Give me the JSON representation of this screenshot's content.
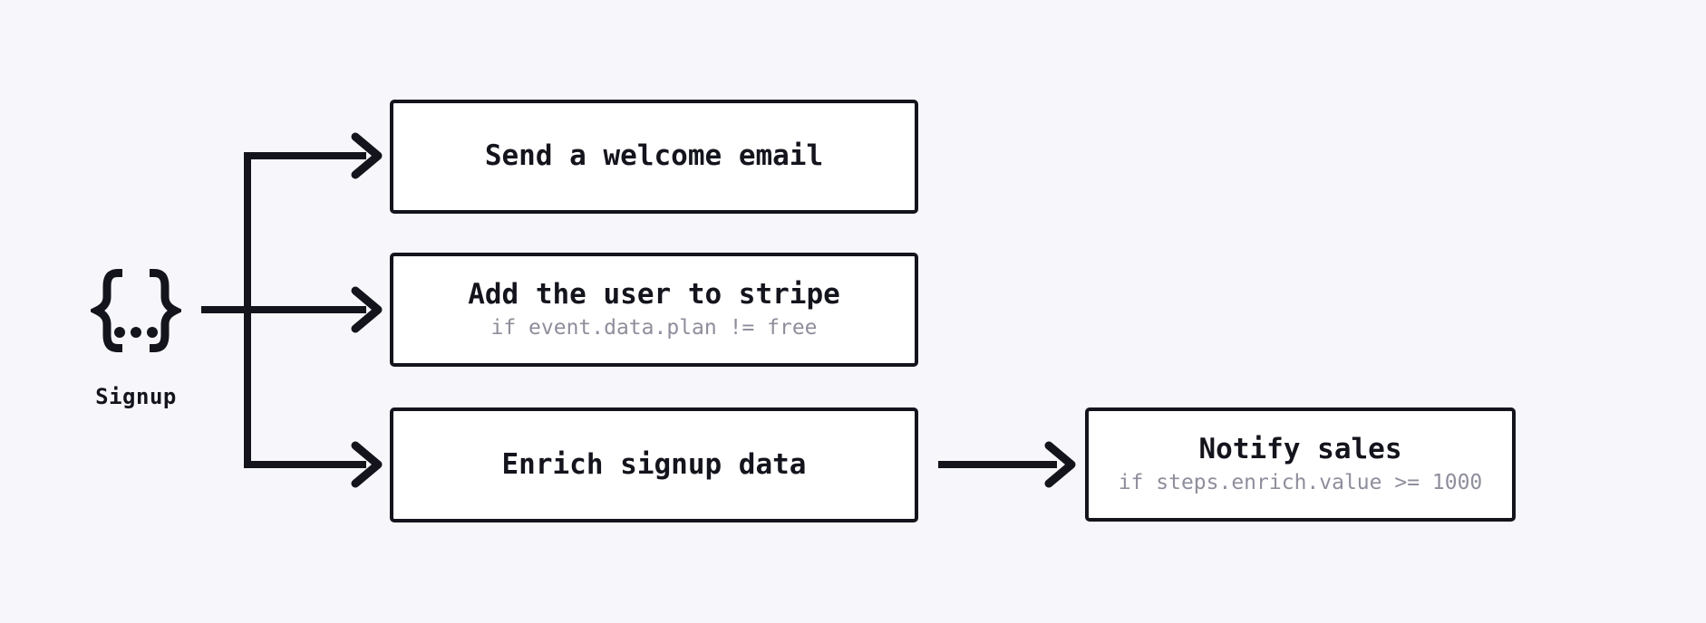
{
  "diagram": {
    "background": "#f7f7fb",
    "ink_color": "#14141d",
    "muted_color": "#8e8e9c",
    "box_fill": "#ffffff"
  },
  "trigger": {
    "icon": "curly-braces-event-icon",
    "label": "Signup"
  },
  "steps": [
    {
      "title": "Send a welcome email"
    },
    {
      "title": "Add the user to stripe",
      "condition": "if event.data.plan != free"
    },
    {
      "title": "Enrich signup data"
    },
    {
      "title": "Notify sales",
      "condition": "if steps.enrich.value >= 1000"
    }
  ]
}
